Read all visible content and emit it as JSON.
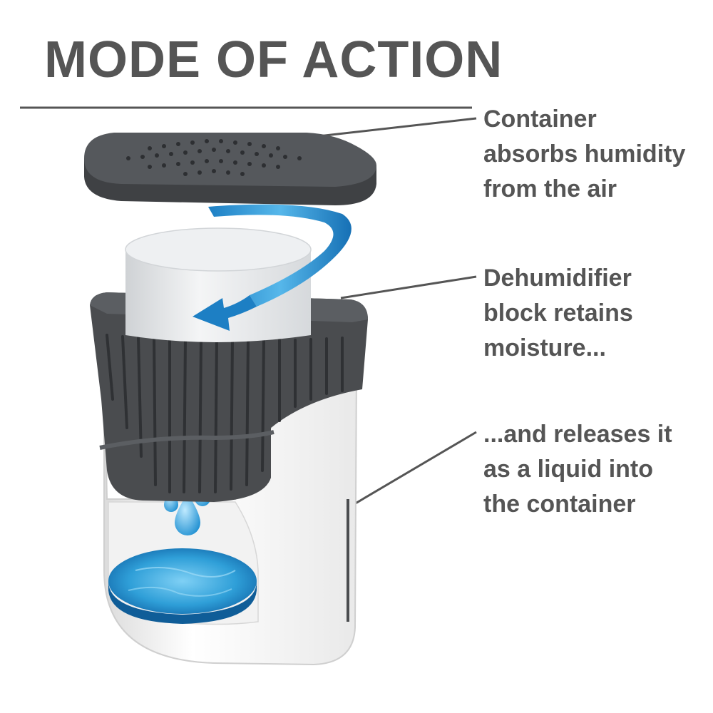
{
  "title": "MODE OF ACTION",
  "steps": [
    {
      "lines": [
        "Container",
        "absorbs humidity",
        "from the air"
      ]
    },
    {
      "lines": [
        "Dehumidifier",
        "block retains",
        "moisture..."
      ]
    },
    {
      "lines": [
        "...and releases it",
        "as a liquid into",
        "the container"
      ]
    }
  ],
  "colors": {
    "text": "#555555",
    "plastic_dark": "#4a4c4f",
    "plastic_white": "#f7f7f7",
    "block": "#e6e8ea",
    "water": "#2f9fd8"
  },
  "icons": {
    "airflow": "swirl-arrow-icon",
    "drops": "water-drop-icon"
  }
}
